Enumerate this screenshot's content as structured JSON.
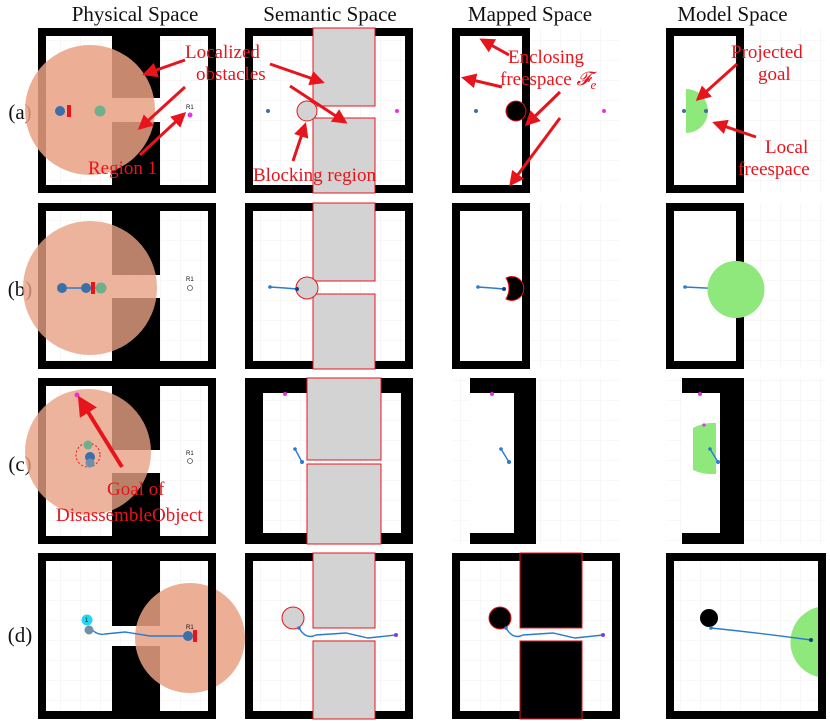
{
  "columns": [
    "Physical Space",
    "Semantic Space",
    "Mapped Space",
    "Model Space"
  ],
  "rows": [
    "(a)",
    "(b)",
    "(c)",
    "(d)"
  ],
  "annotations": {
    "localized_obstacles_1": "Localized",
    "localized_obstacles_2": "obstacles",
    "region_1": "Region 1",
    "blocking_region": "Blocking region",
    "enclosing_1": "Enclosing",
    "enclosing_2": "freespace",
    "enclosing_symbol": "𝓕",
    "enclosing_sub": "e",
    "projected_goal_1": "Projected",
    "projected_goal_2": "goal",
    "local_freespace_1": "Local",
    "local_freespace_2": "freespace",
    "goal_of_1": "Goal of",
    "goal_of_2": "DisassembleObject"
  },
  "marker_labels": {
    "r1": "R1",
    "one": "1"
  },
  "colors": {
    "annotation_red": "#e8141c",
    "obstacle": "#000000",
    "semantic_region": "#d3d3d3",
    "region_border": "#e8141c",
    "sensor_disk": "#e9a184",
    "freespace": "#8fe87c",
    "path": "#2a7bd0",
    "goal_magenta": "#e632e6",
    "object_green": "#6fb08c",
    "object_cyan": "#21d8f0"
  }
}
